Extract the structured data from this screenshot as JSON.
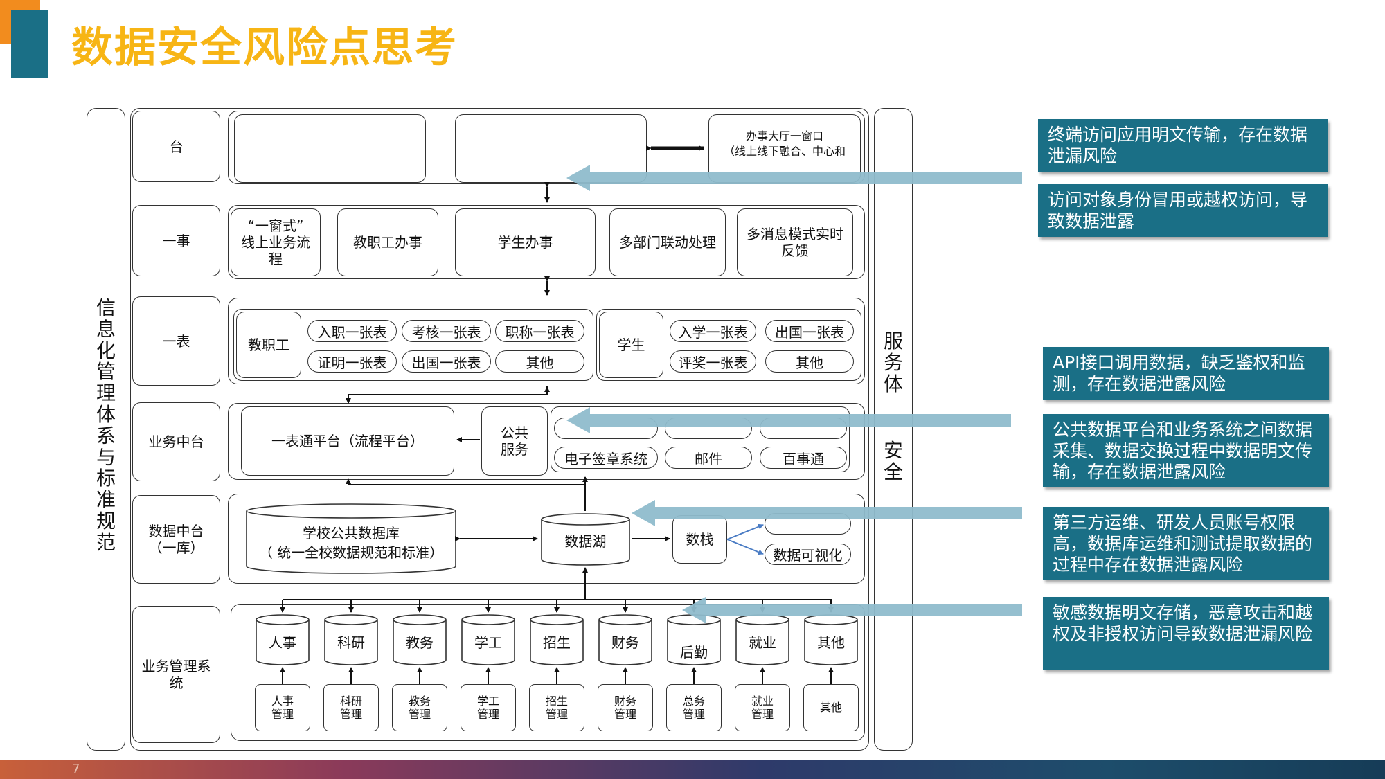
{
  "slide": {
    "title": "数据安全风险点思考",
    "page_number": "7"
  },
  "colors": {
    "accent_orange": "#f28c1e",
    "teal_block": "#1a6f86",
    "title": "#f7b515",
    "arrow_band": "#8fbccc",
    "risk_box": "#1a6f86"
  },
  "left_column": {
    "label": "信息化管理体系与标准规范"
  },
  "right_column": {
    "label_top": "服务体",
    "label_bottom": "安全"
  },
  "rows": {
    "r1": {
      "label": "台"
    },
    "r2": {
      "label": "一事"
    },
    "r3": {
      "label": "一表"
    },
    "r4": {
      "label": "业务中台"
    },
    "r5": {
      "label": "数据中台\n（一库）"
    },
    "r6": {
      "label": "业务管理系\n统"
    }
  },
  "platform": {
    "hall": "办事大厅一窗口\n（线上线下融合、中心和"
  },
  "affairs": {
    "one_window": "“一窗式”\n线上业务流\n程",
    "staff": "教职工办事",
    "student": "学生办事",
    "multi_dept": "多部门联动处理",
    "multi_msg": "多消息模式实时\n反馈"
  },
  "forms": {
    "staff_label": "教职工",
    "staff_items": [
      "入职一张表",
      "考核一张表",
      "职称一张表",
      "证明一张表",
      "出国一张表",
      "其他"
    ],
    "student_label": "学生",
    "student_items": [
      "入学一张表",
      "出国一张表",
      "评奖一张表",
      "其他"
    ]
  },
  "business_middle": {
    "platform": "一表通平台（流程平台）",
    "public_service": "公共\n服务",
    "services": [
      "电子签章系统",
      "邮件",
      "百事通"
    ]
  },
  "data_middle": {
    "public_db": "学校公共数据库",
    "public_db_sub": "（ 统一全校数据规范和标准）",
    "lake": "数据湖",
    "stack": "数栈",
    "visual": "数据可视化"
  },
  "systems": {
    "dbs": [
      "人事",
      "科研",
      "教务",
      "学工",
      "招生",
      "财务",
      "后勤",
      "就业",
      "其他"
    ],
    "mgmt": [
      "人事\n管理",
      "科研\n管理",
      "教务\n管理",
      "学工\n管理",
      "招生\n管理",
      "财务\n管理",
      "总务\n管理",
      "就业\n管理",
      "其他"
    ]
  },
  "risks": [
    "终端访问应用明文传输，存在数据泄漏风险",
    "访问对象身份冒用或越权访问，导致数据泄露",
    "API接口调用数据，缺乏鉴权和监测，存在数据泄露风险",
    "公共数据平台和业务系统之间数据采集、数据交换过程中数据明文传输，存在数据泄露风险",
    "第三方运维、研发人员账号权限高，数据库运维和测试提取数据的过程中存在数据泄露风险",
    "敏感数据明文存储，恶意攻击和越权及非授权访问导致数据泄漏风险"
  ]
}
